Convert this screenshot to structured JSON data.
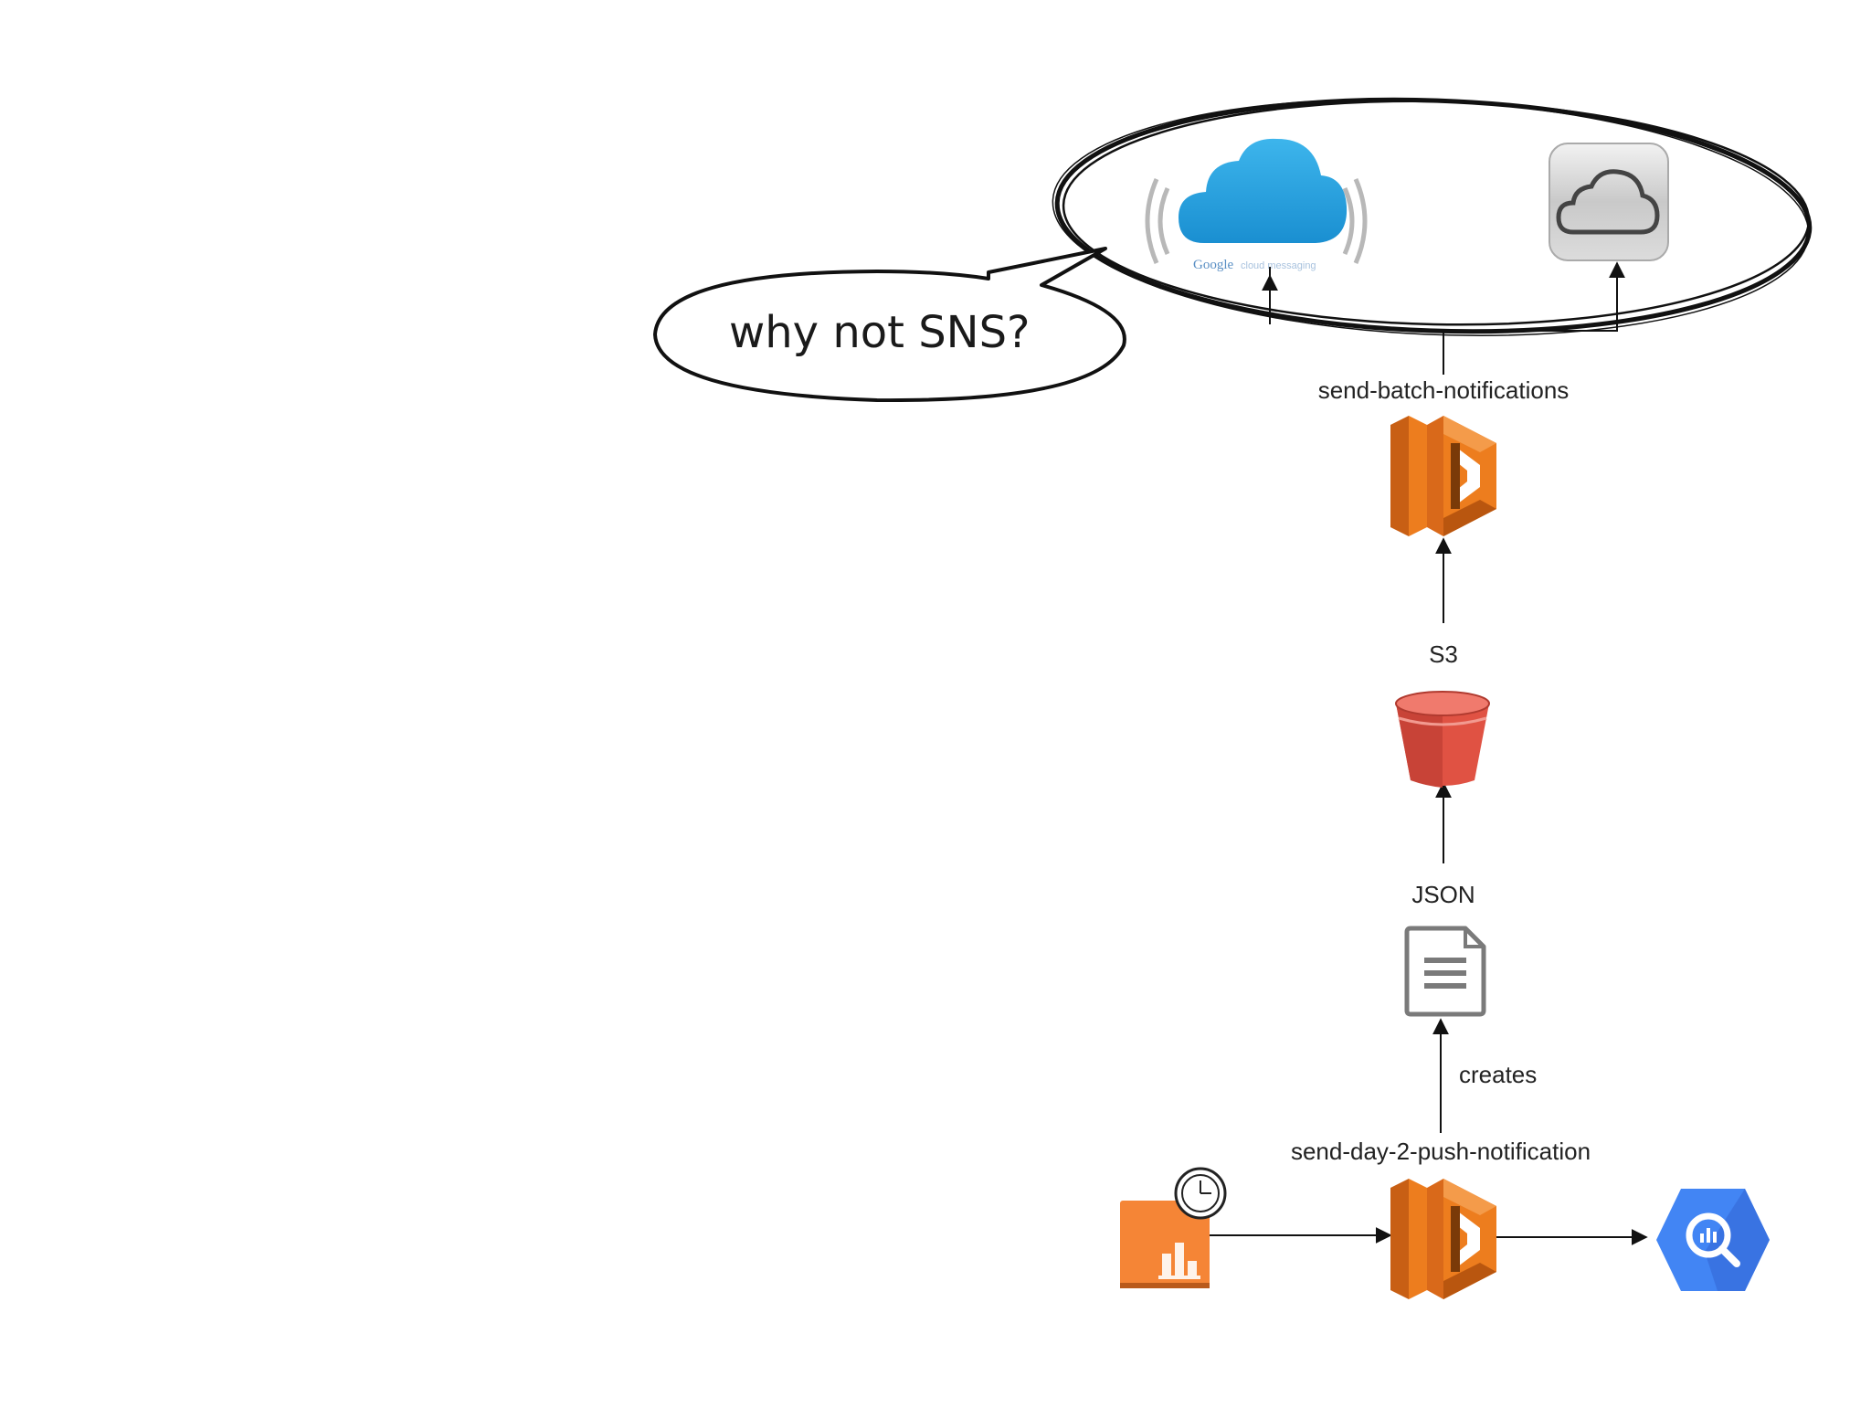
{
  "annotation": {
    "bubble_text": "why not SNS?"
  },
  "labels": {
    "send_batch_notifications": "send-batch-notifications",
    "s3": "S3",
    "json": "JSON",
    "creates": "creates",
    "send_day_2_push_notification": "send-day-2-push-notification"
  },
  "gcm_logo": {
    "brand": "Google",
    "sub": "cloud messaging"
  },
  "icons": {
    "gcm": "google-cloud-messaging-icon",
    "icloud": "icloud-icon",
    "lambda": "aws-lambda-icon",
    "s3": "s3-bucket-icon",
    "json": "document-icon",
    "scheduler": "scheduled-event-icon",
    "bigquery": "bigquery-icon"
  },
  "colors": {
    "lambda_orange": "#ed7d1e",
    "s3_red": "#e05243",
    "bigquery_blue": "#4285f4",
    "gcm_blue": "#1da1e2",
    "icloud_silver": "#c9c9c9"
  }
}
